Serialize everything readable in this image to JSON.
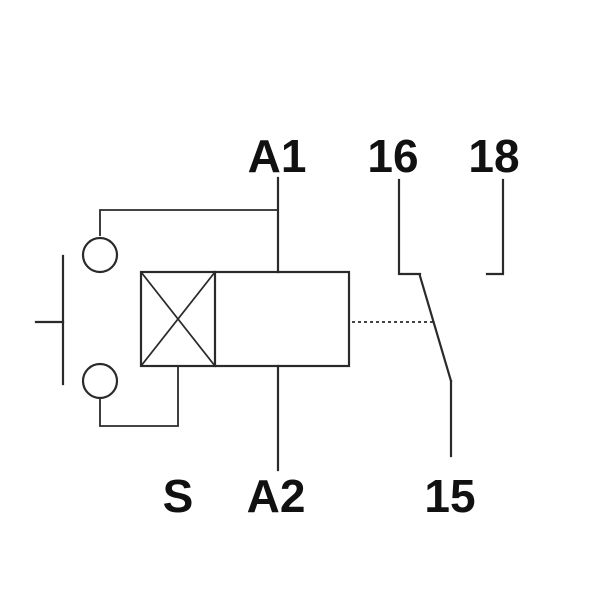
{
  "labels": {
    "a1": "A1",
    "a2": "A2",
    "s": "S",
    "t15": "15",
    "t16": "16",
    "t18": "18"
  },
  "colors": {
    "line": "#2a2a2a",
    "text": "#111111",
    "background": "#ffffff"
  }
}
